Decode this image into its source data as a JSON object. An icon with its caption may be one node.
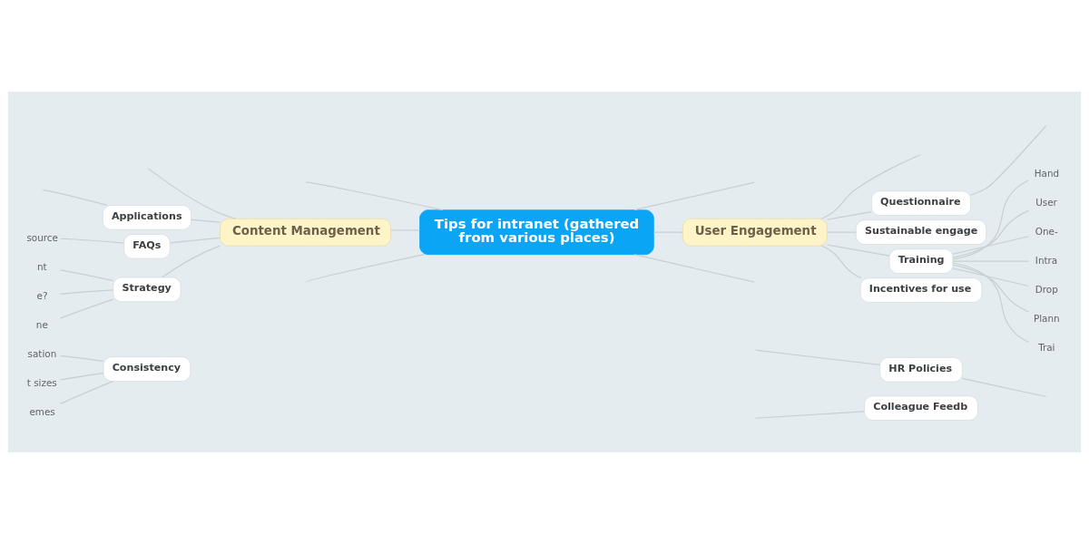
{
  "diagram": {
    "nodes": [
      {
        "text": [
          "Tips for intranet (gathered from various places)"
        ]
      },
      {
        "text": [
          "Content Management"
        ]
      },
      {
        "text": [
          "Applications"
        ]
      },
      {
        "text": [
          "FAQs"
        ]
      },
      {
        "text": [
          "source"
        ]
      },
      {
        "text": [
          "Strategy"
        ]
      },
      {
        "text": [
          "nt"
        ]
      },
      {
        "text": [
          "e?"
        ]
      },
      {
        "text": [
          "ne"
        ]
      },
      {
        "text": [
          "Consistency"
        ]
      },
      {
        "text": [
          "sation"
        ]
      },
      {
        "text": [
          "t sizes"
        ]
      },
      {
        "text": [
          "emes"
        ]
      },
      {
        "text": [
          "User Engagement"
        ]
      },
      {
        "text": [
          "Questionnaire"
        ]
      },
      {
        "text": [
          "Sustainable engage"
        ]
      },
      {
        "text": [
          "Training"
        ]
      },
      {
        "text": [
          "Hand"
        ]
      },
      {
        "text": [
          "User"
        ]
      },
      {
        "text": [
          "One-"
        ]
      },
      {
        "text": [
          "Intra"
        ]
      },
      {
        "text": [
          "Drop"
        ]
      },
      {
        "text": [
          "Plann"
        ]
      },
      {
        "text": [
          "Trai"
        ]
      },
      {
        "text": [
          "Incentives for use"
        ]
      },
      {
        "text": [
          "HR Policies"
        ]
      },
      {
        "text": [
          "Colleague Feedb"
        ]
      }
    ],
    "edges": [
      {
        "from": 0,
        "to": 1,
        "arrow": "none"
      },
      {
        "from": 0,
        "to": 13,
        "arrow": "none"
      },
      {
        "from": 0,
        "to": null,
        "arrow": "none"
      },
      {
        "from": 0,
        "to": null,
        "arrow": "none"
      },
      {
        "from": 0,
        "to": null,
        "arrow": "none"
      },
      {
        "from": 0,
        "to": null,
        "arrow": "none"
      },
      {
        "from": 1,
        "to": null,
        "arrow": "none"
      },
      {
        "from": 1,
        "to": 2,
        "arrow": "none"
      },
      {
        "from": 1,
        "to": 3,
        "arrow": "none"
      },
      {
        "from": 1,
        "to": 5,
        "arrow": "none"
      },
      {
        "from": 2,
        "to": null,
        "arrow": "none"
      },
      {
        "from": 3,
        "to": 4,
        "arrow": "none"
      },
      {
        "from": 5,
        "to": 6,
        "arrow": "none"
      },
      {
        "from": 5,
        "to": 7,
        "arrow": "none"
      },
      {
        "from": 5,
        "to": 8,
        "arrow": "none"
      },
      {
        "from": 9,
        "to": 10,
        "arrow": "none"
      },
      {
        "from": 9,
        "to": 11,
        "arrow": "none"
      },
      {
        "from": 9,
        "to": 12,
        "arrow": "none"
      },
      {
        "from": 13,
        "to": null,
        "arrow": "none"
      },
      {
        "from": 13,
        "to": 14,
        "arrow": "none"
      },
      {
        "from": 13,
        "to": 15,
        "arrow": "none"
      },
      {
        "from": 13,
        "to": 16,
        "arrow": "none"
      },
      {
        "from": 13,
        "to": 24,
        "arrow": "none"
      },
      {
        "from": 14,
        "to": null,
        "arrow": "none"
      },
      {
        "from": 16,
        "to": 17,
        "arrow": "none"
      },
      {
        "from": 16,
        "to": 18,
        "arrow": "none"
      },
      {
        "from": 16,
        "to": 19,
        "arrow": "none"
      },
      {
        "from": 16,
        "to": 20,
        "arrow": "none"
      },
      {
        "from": 16,
        "to": 21,
        "arrow": "none"
      },
      {
        "from": 16,
        "to": 22,
        "arrow": "none"
      },
      {
        "from": 16,
        "to": 23,
        "arrow": "none"
      },
      {
        "from": null,
        "to": 25,
        "arrow": "none"
      },
      {
        "from": 25,
        "to": null,
        "arrow": "none"
      },
      {
        "from": null,
        "to": 26,
        "arrow": "none"
      }
    ]
  }
}
